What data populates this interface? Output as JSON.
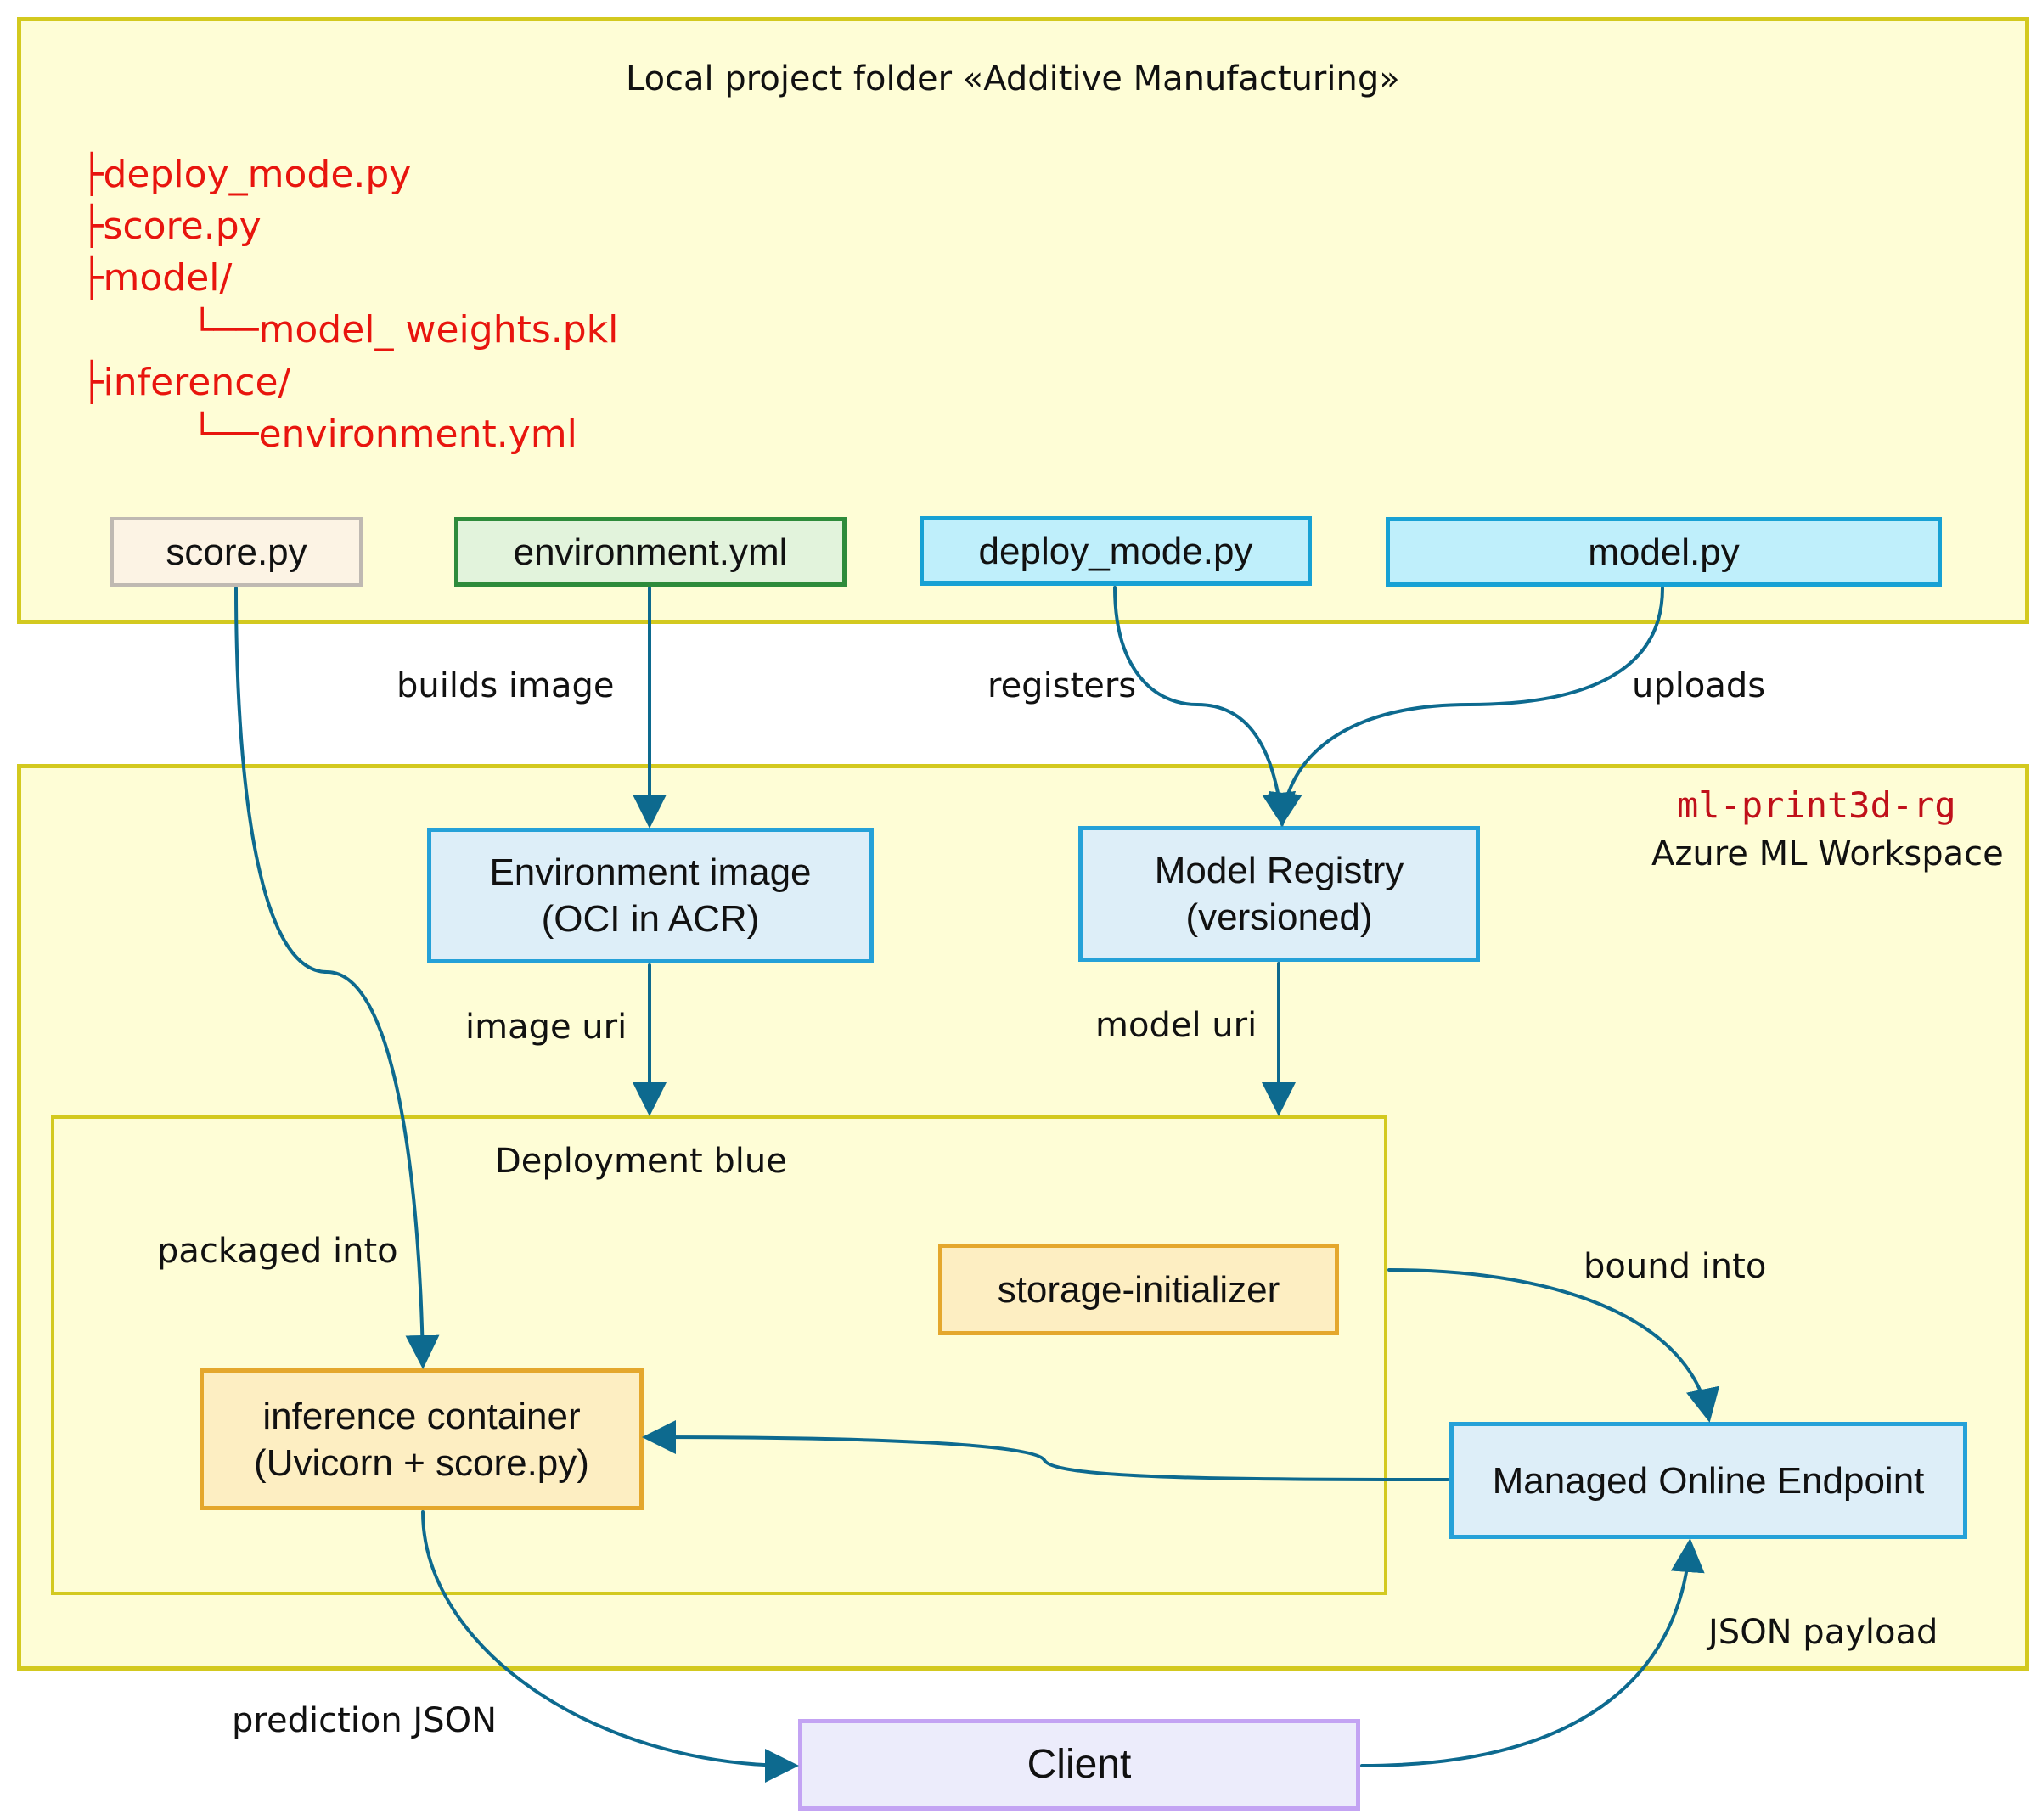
{
  "local_folder": {
    "title": "Local project folder «Additive Manufacturing»",
    "tree": [
      {
        "glyph": "├",
        "name": "deploy_mode.py",
        "indent": 0
      },
      {
        "glyph": "├",
        "name": "score.py",
        "indent": 0
      },
      {
        "glyph": "├",
        "name": "model/",
        "indent": 0
      },
      {
        "glyph": "└──",
        "name": "model_ weights.pkl",
        "indent": 1
      },
      {
        "glyph": "├",
        "name": "inference/",
        "indent": 0
      },
      {
        "glyph": "└──",
        "name": "environment.yml",
        "indent": 1
      }
    ],
    "files": {
      "score": "score.py",
      "environment": "environment.yml",
      "deploy_mode": "deploy_mode.py",
      "model": "model.py"
    }
  },
  "workspace": {
    "resource_group": "ml-print3d-rg",
    "label": "Azure ML Workspace",
    "environment_image": [
      "Environment image",
      "(OCI in ACR)"
    ],
    "model_registry": [
      "Model Registry",
      "(versioned)"
    ]
  },
  "deployment": {
    "title": "Deployment blue",
    "storage_initializer": "storage-initializer",
    "inference_container": [
      "inference container",
      "(Uvicorn + score.py)"
    ]
  },
  "endpoint": "Managed Online Endpoint",
  "client": "Client",
  "edges": {
    "builds_image": "builds image",
    "registers": "registers",
    "uploads": "uploads",
    "image_uri": "image uri",
    "model_uri": "model uri",
    "packaged_into": "packaged into",
    "bound_into": "bound into",
    "json_payload": "JSON payload",
    "prediction_json": "prediction JSON"
  },
  "colors": {
    "region_fill": "#fefdd6",
    "region_border": "#d3c91f",
    "tree_text": "#e8150e",
    "resource_group_text": "#c0101a",
    "arrow": "#0d6a8f"
  }
}
